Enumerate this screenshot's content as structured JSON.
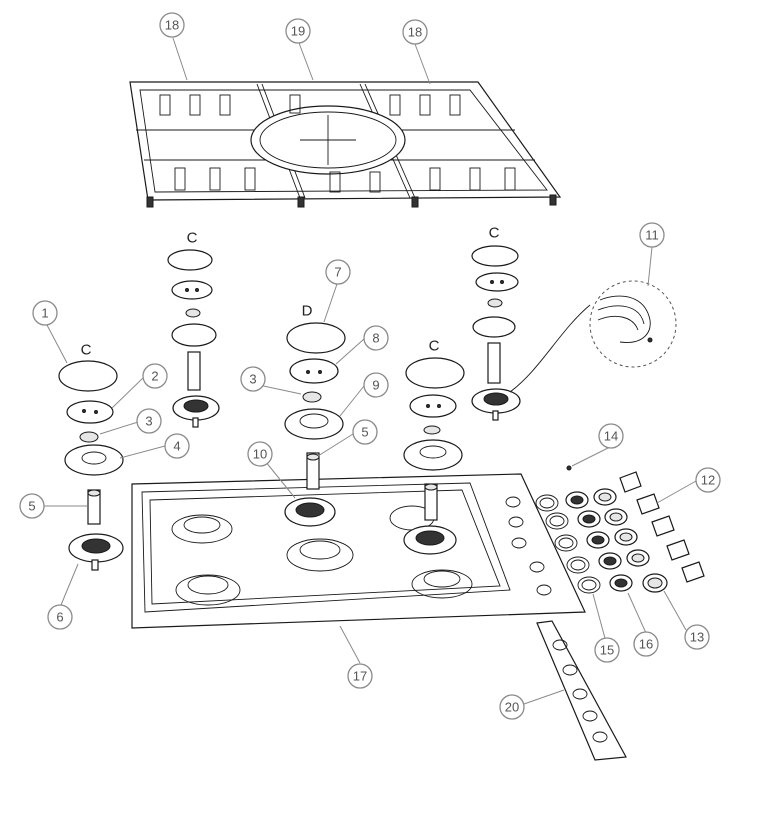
{
  "diagram": {
    "callouts": {
      "c18a": "18",
      "c19": "19",
      "c18b": "18",
      "c11": "11",
      "c7": "7",
      "c1": "1",
      "c8": "8",
      "c2": "2",
      "c3a": "3",
      "c9": "9",
      "c3b": "3",
      "c4": "4",
      "c5a": "5",
      "c10": "10",
      "c14": "14",
      "c5b": "5",
      "c12": "12",
      "c6": "6",
      "c13": "13",
      "c15": "15",
      "c16": "16",
      "c17": "17",
      "c20": "20"
    },
    "letters": {
      "l_c_left": "C",
      "l_c_top": "C",
      "l_d": "D",
      "l_c_mid": "C",
      "l_c_right": "C"
    }
  }
}
